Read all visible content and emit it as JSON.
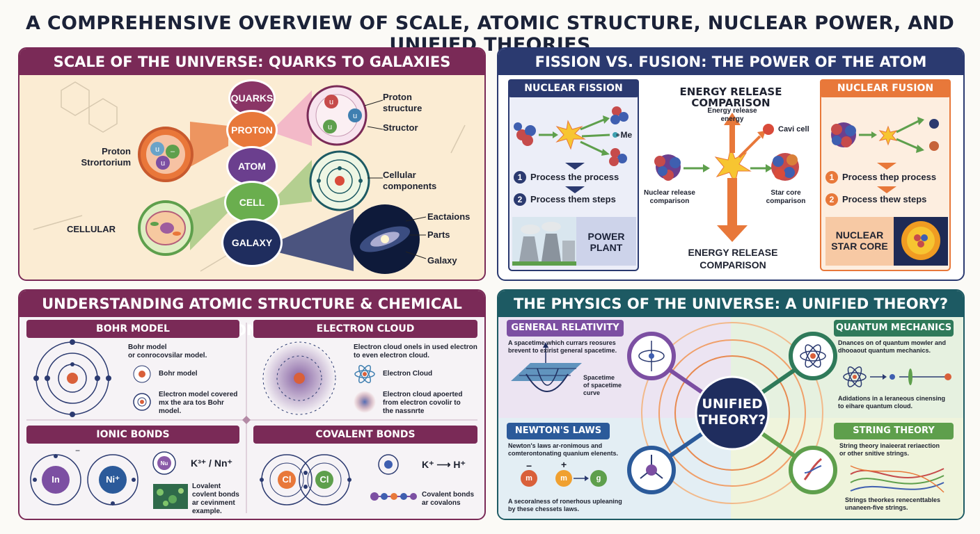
{
  "title": "A COMPREHENSIVE OVERVIEW OF SCALE, ATOMIC STRUCTURE, NUCLEAR POWER, AND UNIFIED THEORIES",
  "colors": {
    "maroon": "#7a2a57",
    "navy": "#2b3a70",
    "teal": "#1d5a63",
    "orange": "#e8783a",
    "purple": "#6b3f8e",
    "green": "#5e9f4c"
  },
  "scale": {
    "header": "SCALE OF THE UNIVERSE: QUARKS TO GALAXIES",
    "tower": [
      "QUARKS",
      "PROTON",
      "ATOM",
      "CELL",
      "GALAXY"
    ],
    "proton_left": "Proton\nStrortorium",
    "cellular": "CELLULAR",
    "proton_structure": "Proton\nstructure",
    "structor": "Structor",
    "cellular_components": "Cellular\ncomponents",
    "eactaions": "Eactaions",
    "parts": "Parts",
    "galaxy": "Galaxy"
  },
  "fission": {
    "header": "FISSION VS. FUSION: THE POWER OF THE ATOM",
    "fission_title": "NUCLEAR FISSION",
    "me": "Me",
    "step1": "Process the process",
    "step2": "Process them steps",
    "power_plant": "POWER\nPLANT",
    "comparison_title": "ENERGY RELEASE COMPARISON",
    "energy_release": "Energy release\nenergy",
    "cavi_cell": "Cavi cell",
    "nuclear_release": "Nuclear release\ncomparison",
    "star_core_comparison": "Star core\ncomparison",
    "bottom_label": "ENERGY RELEASE\nCOMPARISON",
    "fusion_title": "NUCLEAR FUSION",
    "fstep1": "Process thep process",
    "fstep2": "Process thew steps",
    "nuclear_star_core": "NUCLEAR\nSTAR CORE"
  },
  "atomic": {
    "header": "UNDERSTANDING ATOMIC STRUCTURE & CHEMICAL BONDS",
    "bohr_title": "BOHR MODEL",
    "bohr_text1": "Bohr model\nor conrocovsilar model.",
    "bohr_text2": "Bohr model",
    "bohr_text3": "Electron model covered\nmx the ara tos Bohr\nmodel.",
    "cloud_title": "ELECTRON CLOUD",
    "cloud_text1": "Electron cloud onels in used electron\nto even electron cloud.",
    "cloud_text2": "Electron Cloud",
    "cloud_text3": "Electron cloud apoerted\nfrom electron covolir to\nthe nassnrte",
    "ionic_title": "IONIC BONDS",
    "ion_in": "In",
    "ion_ni": "Ni⁺",
    "ion_nu": "Nu",
    "ionic_formula": "K³⁺ / Nn⁺",
    "ionic_text": "Lovalent\ncovlent bonds\nar cevinment\nexample.",
    "covalent_title": "COVALENT BONDS",
    "cl1": "Cl",
    "cl2": "Cl",
    "cov_formula": "K⁺ ⟶ H⁺",
    "cov_text": "Covalent bonds\nar covalons"
  },
  "physics": {
    "header": "THE PHYSICS OF THE UNIVERSE: A UNIFIED THEORY?",
    "gr_title": "GENERAL RELATIVITY",
    "gr_text": "A spacetime which currars reosures\nbrevent to exirist general spacetime.",
    "spacetime": "Spacetime\nof spacetime\ncurve",
    "qm_title": "QUANTUM MECHANICS",
    "qm_text": "Dnances on of quantum mowler and\ndhooaout quantum mechanics.",
    "qm_text2": "Adidations in a leraneous cinensing\nto eihare quantum cloud.",
    "newton_title": "NEWTON'S LAWS",
    "newton_text": "Newton's laws ar-ronimous and\ncomterontonating quanium elenents.",
    "newton_text2": "A secoralness of ronerhous upleaning\nby these chessets laws.",
    "m1": "m",
    "m2": "m",
    "g": "g",
    "minus": "−",
    "plus": "+",
    "string_title": "STRING THEORY",
    "string_text": "String theory inaieerat reriaection\nor other snitive strings.",
    "string_text2": "Strings theorkes renecenttables\nunaneen-five strings.",
    "center": "UNIFIED\nTHEORY?"
  }
}
